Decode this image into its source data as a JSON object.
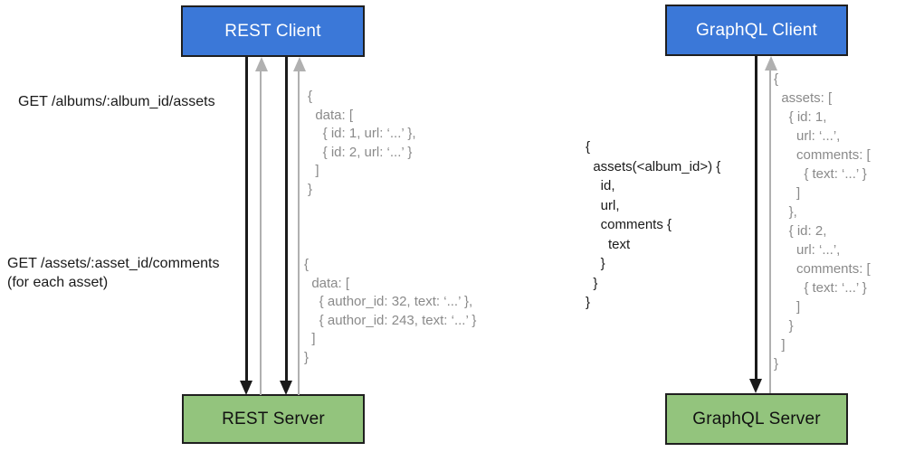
{
  "colors": {
    "client_fill": "#3b78d8",
    "client_text": "#ffffff",
    "server_fill": "#93c47d",
    "server_text": "#111111",
    "box_border": "#1f1f1f",
    "request_arrow": "#1a1a1a",
    "response_arrow": "#b0b0b0",
    "response_text": "#8a8a8a",
    "request_text": "#1a1a1a"
  },
  "rest": {
    "client_label": "REST Client",
    "server_label": "REST Server",
    "request1_label": "GET /albums/:album_id/assets",
    "request2_label_lines": [
      "GET /assets/:asset_id/comments",
      "(for each asset)"
    ],
    "response1_lines": [
      "{",
      "  data: [",
      "    { id: 1, url: ‘...’ },",
      "    { id: 2, url: ‘...’ }",
      "  ]",
      "}"
    ],
    "response2_lines": [
      "{",
      "  data: [",
      "    { author_id: 32, text: ‘...’ },",
      "    { author_id: 243, text: ‘...’ }",
      "  ]",
      "}"
    ]
  },
  "graphql": {
    "client_label": "GraphQL Client",
    "server_label": "GraphQL Server",
    "query_lines": [
      "{",
      "  assets(<album_id>) {",
      "    id,",
      "    url,",
      "    comments {",
      "      text",
      "    }",
      "  }",
      "}"
    ],
    "response_lines": [
      "{",
      "  assets: [",
      "    { id: 1,",
      "      url: ‘...’,",
      "      comments: [",
      "        { text: ‘...’ }",
      "      ]",
      "    },",
      "    { id: 2,",
      "      url: ‘...’,",
      "      comments: [",
      "        { text: ‘...’ }",
      "      ]",
      "    }",
      "  ]",
      "}"
    ]
  }
}
